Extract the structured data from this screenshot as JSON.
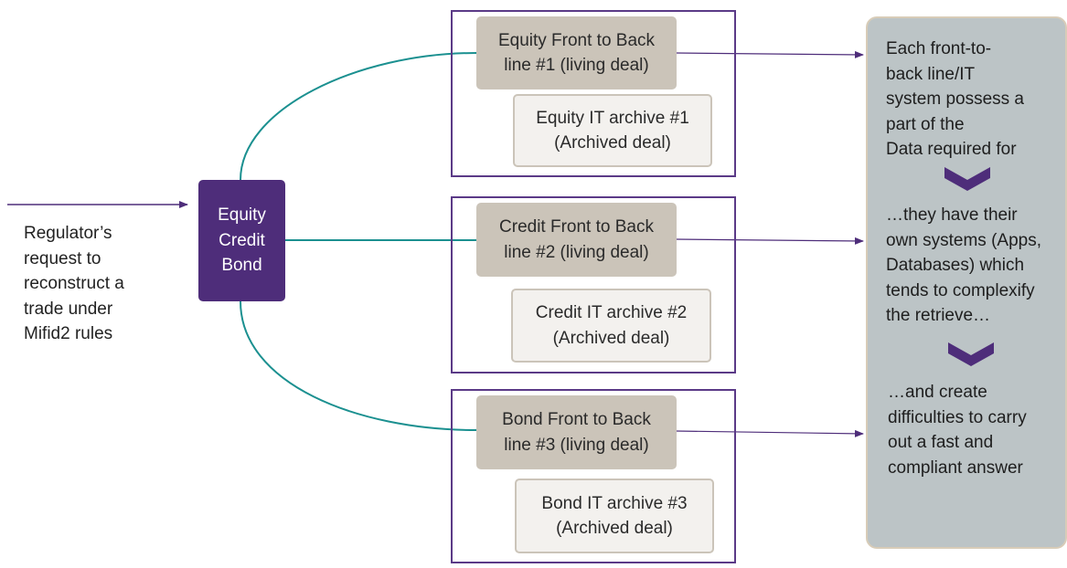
{
  "request": {
    "lines": [
      "Regulator’s",
      "request to",
      "reconstruct a",
      "trade under",
      "Mifid2 rules"
    ]
  },
  "hub": {
    "lines": [
      "Equity",
      "Credit",
      "Bond"
    ]
  },
  "groups": [
    {
      "front": [
        "Equity Front to Back",
        "line #1 (living deal)"
      ],
      "archive": [
        "Equity IT archive #1",
        "(Archived deal)"
      ]
    },
    {
      "front": [
        "Credit Front to Back",
        "line #2 (living deal)"
      ],
      "archive": [
        "Credit IT archive #2",
        "(Archived deal)"
      ]
    },
    {
      "front": [
        "Bond Front to Back",
        "line #3 (living deal)"
      ],
      "archive": [
        "Bond IT archive #3",
        "(Archived deal)"
      ]
    }
  ],
  "panel": {
    "block1": [
      "Each front-to-",
      "back line/IT",
      "system possess a",
      "part of the",
      "Data required for"
    ],
    "block2": [
      "…they have their",
      "own systems (Apps,",
      "Databases) which",
      "tends to complexify",
      "the retrieve…"
    ],
    "block3": [
      "…and create",
      "difficulties to carry",
      "out a fast and",
      "compliant answer"
    ]
  },
  "colors": {
    "hub": "#4e2d7a",
    "group_border": "#5b3a87",
    "front_box": "#cbc4b9",
    "archive_box": "#f3f1ee",
    "panel": "#bcc4c6",
    "teal_curve": "#1b9090",
    "arrow": "#4e2d7a"
  }
}
